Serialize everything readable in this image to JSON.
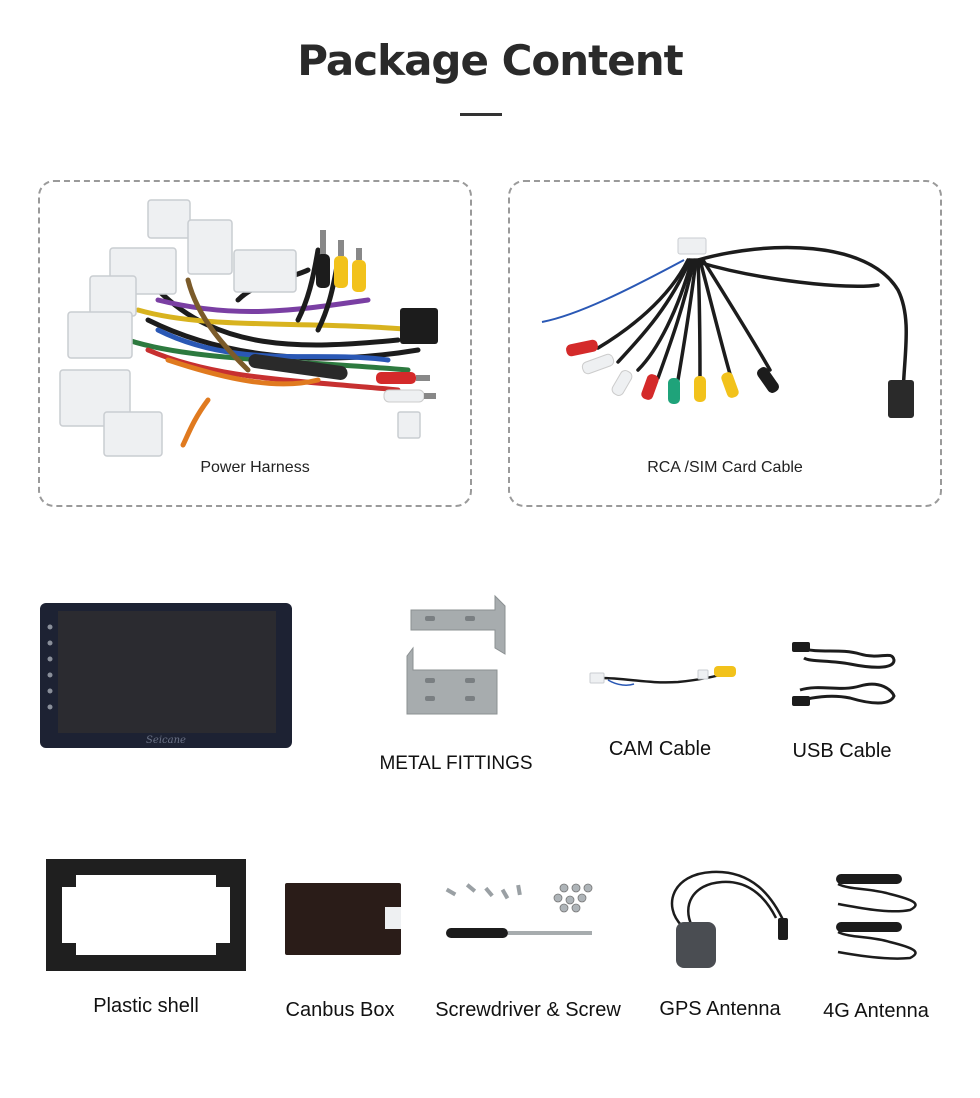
{
  "page": {
    "title": "Package Content"
  },
  "accessories": [
    {
      "id": "power-harness",
      "label": "Power Harness"
    },
    {
      "id": "rca-sim-cable",
      "label": "RCA /SIM Card Cable"
    }
  ],
  "products_row1": [
    {
      "id": "head-unit",
      "brand": "Seicane"
    },
    {
      "id": "metal-fittings",
      "label": "METAL FITTINGS"
    },
    {
      "id": "cam-cable",
      "label": "CAM Cable"
    },
    {
      "id": "usb-cable",
      "label": "USB Cable"
    }
  ],
  "products_row2": [
    {
      "id": "plastic-shell",
      "label": "Plastic shell"
    },
    {
      "id": "canbus-box",
      "label": "Canbus Box"
    },
    {
      "id": "screwdriver-screw",
      "label": "Screwdriver & Screw"
    },
    {
      "id": "gps-antenna",
      "label": "GPS Antenna"
    },
    {
      "id": "4g-antenna",
      "label": "4G Antenna"
    }
  ],
  "colors": {
    "connector_white": "#eef0f2",
    "rca_yellow": "#f2c21b",
    "rca_red": "#d42a2a",
    "rca_green": "#1fa37a",
    "cable_black": "#1c1c1c",
    "bracket_gray": "#a7acae",
    "screen_dark": "#2b2b30"
  }
}
